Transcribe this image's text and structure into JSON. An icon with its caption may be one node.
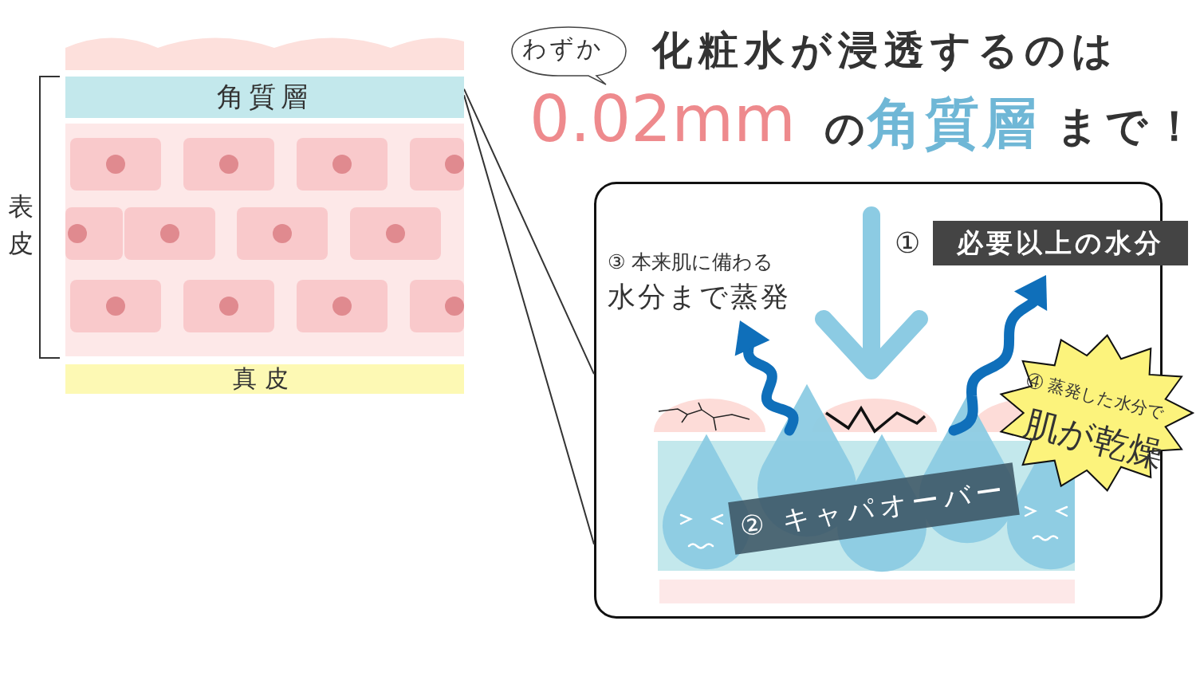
{
  "diagram": {
    "nodes": [
      {
        "text": [
          "角質層"
        ]
      },
      {
        "text": [
          "真皮"
        ]
      },
      {
        "text": [],
        "shape": "box"
      },
      {
        "text": [
          "必要以上の水分"
        ],
        "beside": [
          "①"
        ]
      },
      {
        "text": [
          "② キャパオーバー"
        ],
        "in": 2
      },
      {
        "text": [
          "④ 蒸発した水分で",
          "肌が乾燥"
        ]
      }
    ],
    "edges": [
      {
        "from": 0,
        "to": 2,
        "arrow": "none"
      },
      {
        "from": 0,
        "to": 2,
        "arrow": "none"
      }
    ],
    "labels": [
      "わずか",
      "化粧水が浸透するのは",
      "0.02mm",
      "の",
      "角質層",
      "まで！",
      "表皮",
      "③ 本来肌に備わる",
      "水分まで蒸発"
    ]
  }
}
